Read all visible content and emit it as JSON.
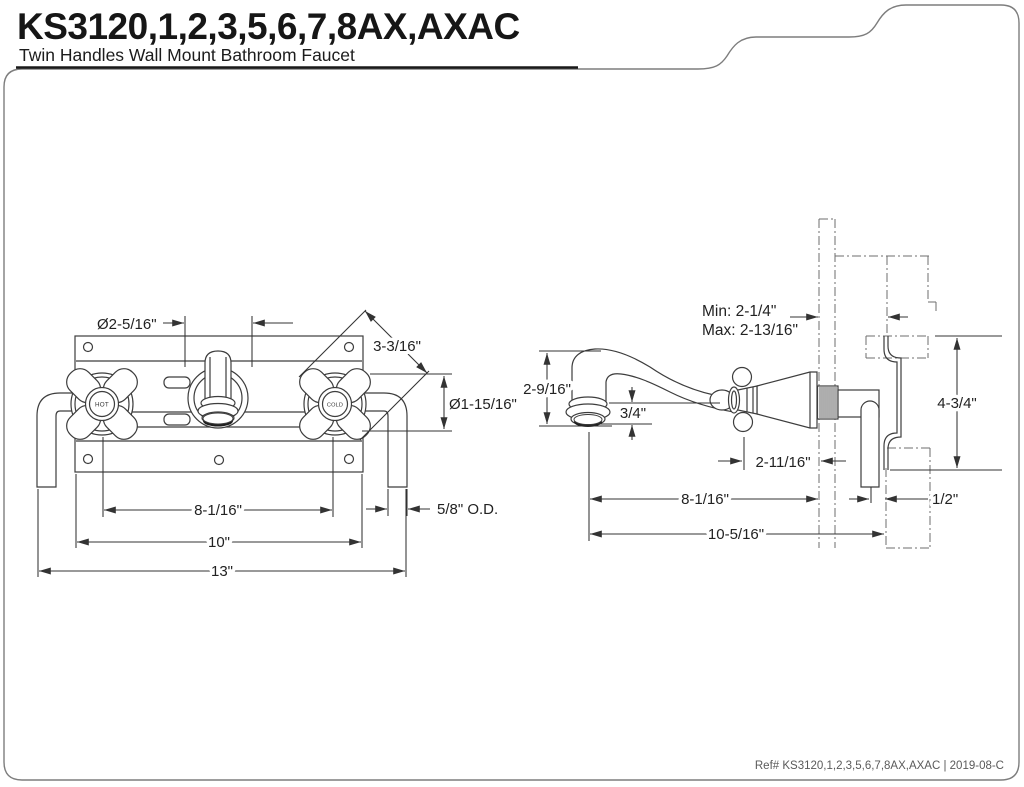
{
  "header": {
    "title": "KS3120,1,2,3,5,6,7,8AX,AXAC",
    "subtitle": "Twin Handles Wall Mount Bathroom Faucet"
  },
  "footer": {
    "ref_text": "Ref# KS3120,1,2,3,5,6,7,8AX,AXAC | 2019-08-C"
  },
  "front_view": {
    "handle_hot_label": "HOT",
    "handle_cold_label": "COLD",
    "dims": {
      "escutcheon_dia": "Ø2-5/16\"",
      "handle_diagonal": "3-3/16\"",
      "handle_dia": "Ø1-15/16\"",
      "handle_centers": "8-1/16\"",
      "plate_width": "10\"",
      "overall_width": "13\"",
      "pipe_od": "5/8\" O.D."
    }
  },
  "side_view": {
    "dims": {
      "wall_min": "Min: 2-1/4\"",
      "wall_max": "Max: 2-13/16\"",
      "spout_height": "2-9/16\"",
      "spout_drop": "3/4\"",
      "handle_to_wall": "2-11/16\"",
      "spout_reach": "8-1/16\"",
      "overall_depth": "10-5/16\"",
      "body_height": "4-3/4\"",
      "pipe_offset": "1/2\""
    }
  },
  "colors": {
    "object_line": "#3d3d3d",
    "dimension_line": "#333333",
    "phantom_line": "#6e6e6e",
    "text": "#1c1c1c"
  }
}
